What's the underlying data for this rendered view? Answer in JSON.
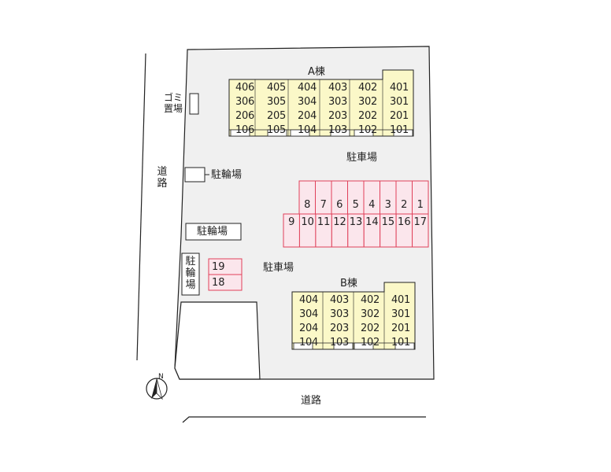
{
  "labels": {
    "building_a": "A棟",
    "building_b": "B棟",
    "parking_top": "駐車場",
    "parking_mid": "駐車場",
    "bike_1": "駐輪場",
    "bike_2": "駐輪場",
    "bike_3": "駐輪場",
    "garbage": "ゴミ置場",
    "road_left": "道路",
    "road_bottom": "道路",
    "north": "N"
  },
  "building_a_columns": [
    [
      "406",
      "306",
      "206",
      "106"
    ],
    [
      "405",
      "305",
      "205",
      "105"
    ],
    [
      "404",
      "304",
      "204",
      "104"
    ],
    [
      "403",
      "303",
      "203",
      "103"
    ],
    [
      "402",
      "302",
      "202",
      "102"
    ],
    [
      "401",
      "301",
      "201",
      "101"
    ]
  ],
  "building_b_columns": [
    [
      "404",
      "304",
      "204",
      "104"
    ],
    [
      "403",
      "303",
      "203",
      "103"
    ],
    [
      "402",
      "302",
      "202",
      "102"
    ],
    [
      "401",
      "301",
      "201",
      "101"
    ]
  ],
  "parking_top_row": [
    "8",
    "7",
    "6",
    "5",
    "4",
    "3",
    "2",
    "1"
  ],
  "parking_bottom_row": [
    "9",
    "10",
    "11",
    "12",
    "13",
    "14",
    "15",
    "16",
    "17"
  ],
  "parking_small": [
    "19",
    "18"
  ],
  "colors": {
    "lot": "#f0f0f0",
    "building": "#fbf8c8",
    "parking_fill": "#fbe6ec",
    "parking_stroke": "#e0405a",
    "line": "#222222"
  }
}
